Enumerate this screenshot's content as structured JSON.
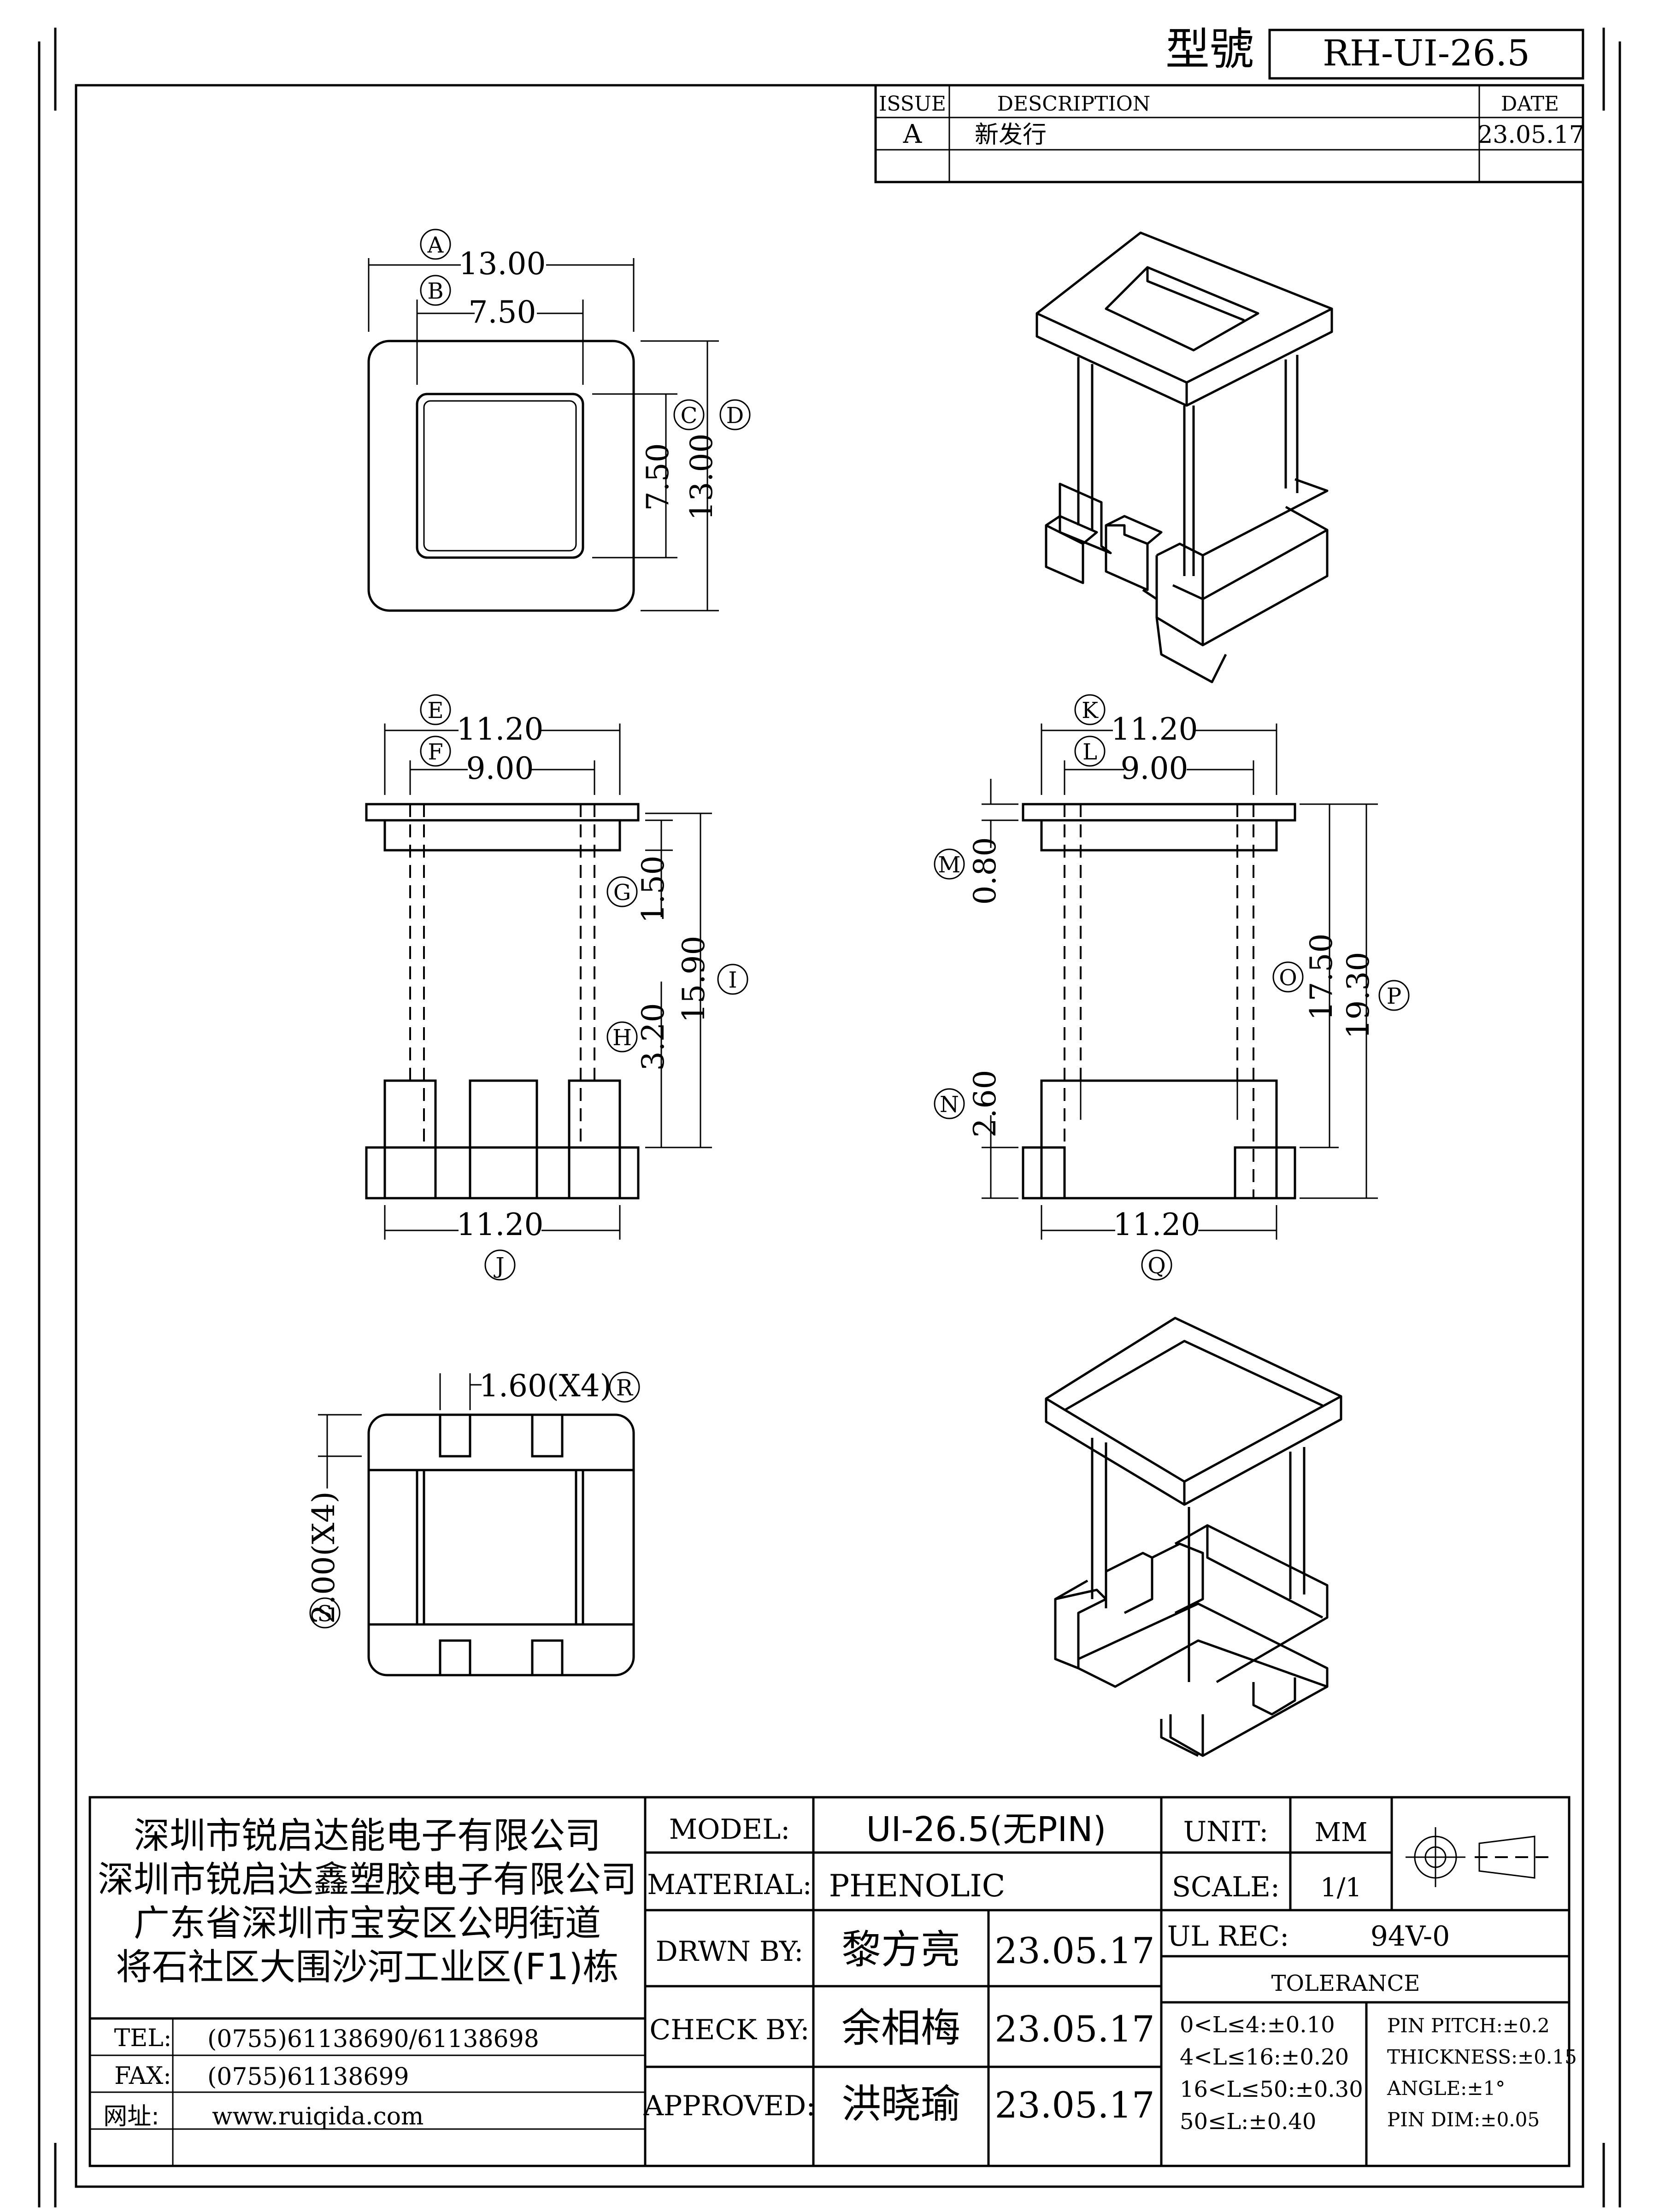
{
  "header": {
    "model_label": "型號",
    "model_value": "RH-UI-26.5"
  },
  "revision": {
    "col_issue": "ISSUE",
    "col_description": "DESCRIPTION",
    "col_date": "DATE",
    "rows": [
      {
        "issue": "A",
        "description": "新发行",
        "date": "23.05.17"
      }
    ]
  },
  "dimensions": {
    "top_view": {
      "A": {
        "tag": "A",
        "value": "13.00"
      },
      "B": {
        "tag": "B",
        "value": "7.50"
      },
      "C": {
        "tag": "C",
        "value": "7.50"
      },
      "D": {
        "tag": "D",
        "value": "13.00"
      }
    },
    "front_view": {
      "E": {
        "tag": "E",
        "value": "11.20"
      },
      "F": {
        "tag": "F",
        "value": "9.00"
      },
      "G": {
        "tag": "G",
        "value": "1.50"
      },
      "H": {
        "tag": "H",
        "value": "3.20"
      },
      "I": {
        "tag": "I",
        "value": "15.90"
      },
      "J": {
        "tag": "J",
        "value": "11.20"
      }
    },
    "side_view": {
      "K": {
        "tag": "K",
        "value": "11.20"
      },
      "L": {
        "tag": "L",
        "value": "9.00"
      },
      "M": {
        "tag": "M",
        "value": "0.80"
      },
      "N": {
        "tag": "N",
        "value": "2.60"
      },
      "O": {
        "tag": "O",
        "value": "17.50"
      },
      "P": {
        "tag": "P",
        "value": "19.30"
      },
      "Q": {
        "tag": "Q",
        "value": "11.20"
      }
    },
    "bottom_view": {
      "R": {
        "tag": "R",
        "value": "1.60(X4)"
      },
      "S": {
        "tag": "S",
        "value": "2.00(X4)"
      }
    }
  },
  "title_block": {
    "company": [
      "深圳市锐启达能电子有限公司",
      "深圳市锐启达鑫塑胶电子有限公司",
      "广东省深圳市宝安区公明街道",
      "将石社区大围沙河工业区(F1)栋"
    ],
    "contacts": [
      {
        "label": "TEL:",
        "value": "(0755)61138690/61138698"
      },
      {
        "label": "FAX:",
        "value": "(0755)61138699"
      },
      {
        "label": "网址:",
        "value": "www.ruiqida.com"
      }
    ],
    "model_label": "MODEL:",
    "model_value": "UI-26.5(无PIN)",
    "material_label": "MATERIAL:",
    "material_value": "PHENOLIC",
    "drawn_label": "DRWN BY:",
    "drawn_name": "黎方亮",
    "drawn_date": "23.05.17",
    "check_label": "CHECK BY:",
    "check_name": "余相梅",
    "check_date": "23.05.17",
    "approved_label": "APPROVED:",
    "approved_name": "洪晓瑜",
    "approved_date": "23.05.17",
    "unit_label": "UNIT:",
    "unit_value": "MM",
    "scale_label": "SCALE:",
    "scale_value": "1/1",
    "ul_label": "UL REC:",
    "ul_value": "94V-0",
    "tolerance_label": "TOLERANCE",
    "tolerance_left": [
      "0<L≤4:±0.10",
      "4<L≤16:±0.20",
      "16<L≤50:±0.30",
      "50≤L:±0.40"
    ],
    "tolerance_right": [
      "PIN PITCH:±0.2",
      "THICKNESS:±0.15",
      "ANGLE:±1°",
      "PIN DIM:±0.05"
    ]
  }
}
